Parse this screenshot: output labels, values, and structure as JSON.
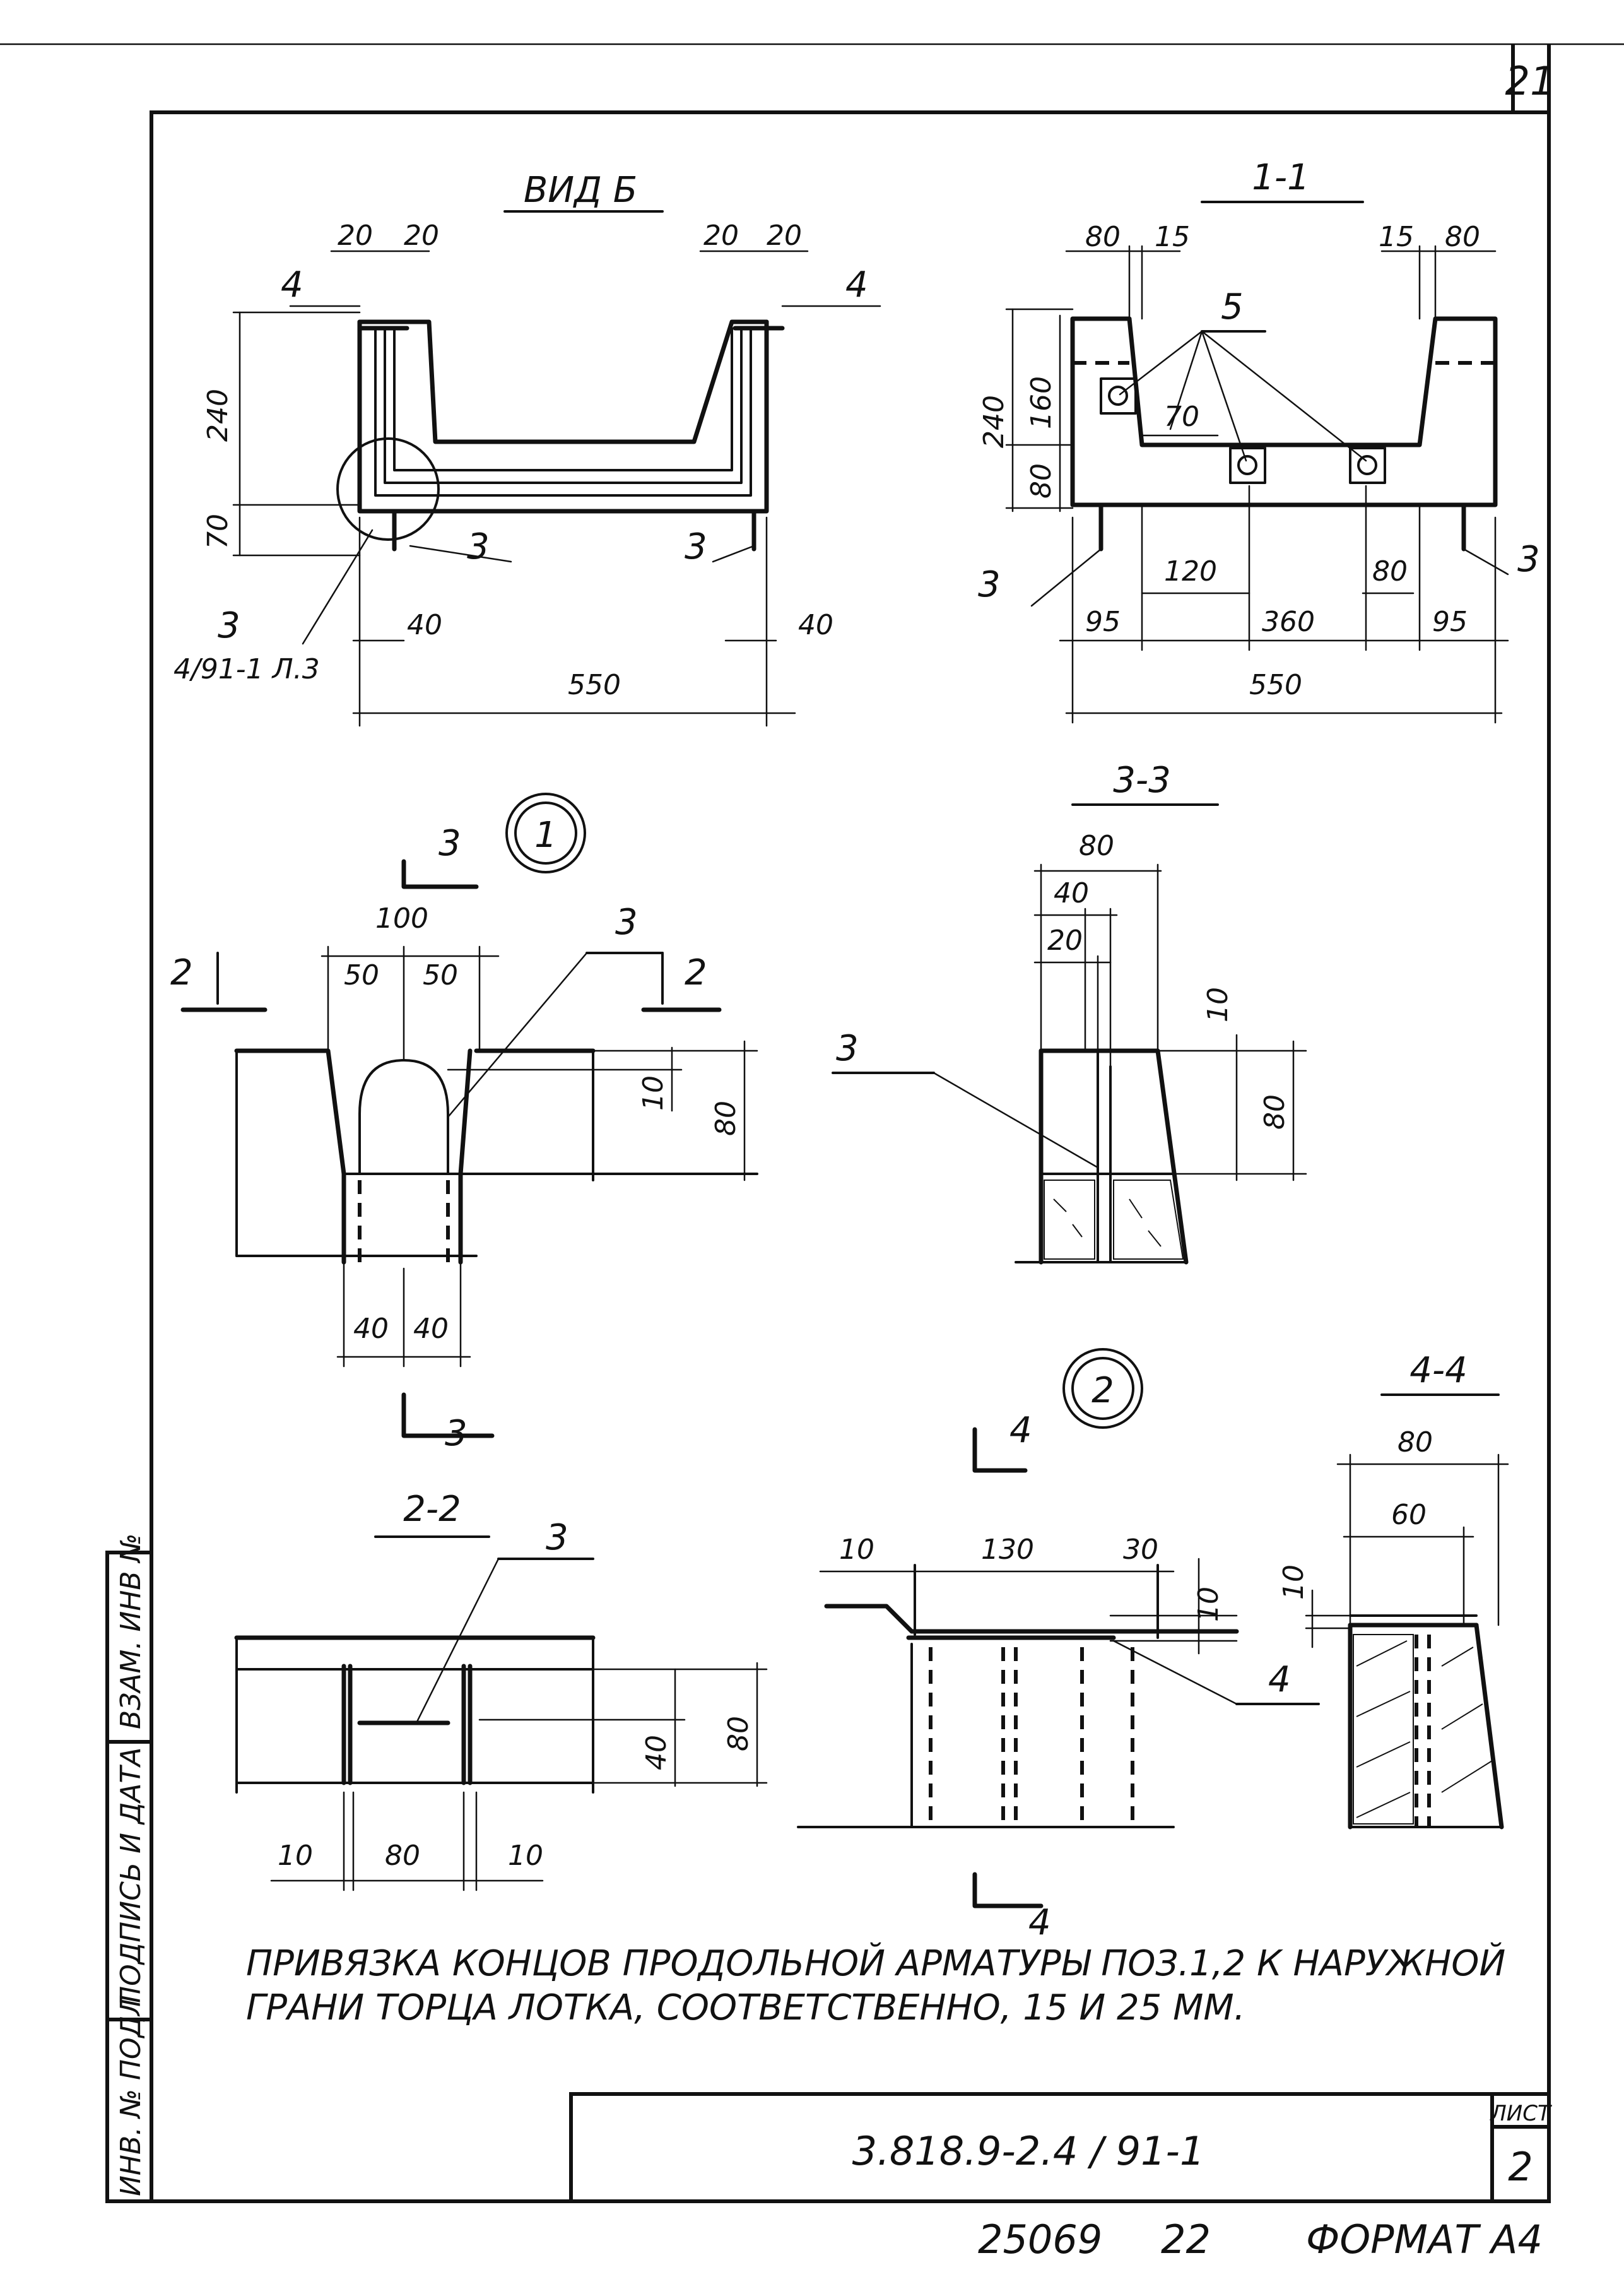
{
  "sheet": {
    "page_number": "21",
    "document_code": "3.818.9-2.4 / 91-1",
    "sheet_label": "ЛИСТ",
    "sheet_number": "2",
    "footer_number": "25069",
    "footer_copy": "22",
    "footer_format": "ФОРМАТ А4",
    "note": "ПРИВЯЗКА КОНЦОВ ПРОДОЛЬНОЙ АРМАТУРЫ ПОЗ.1,2 К НАРУЖНОЙ ГРАНИ ТОРЦА ЛОТКА, СООТВЕТСТВЕННО, 15 И 25 ММ.",
    "note_line1": "ПРИВЯЗКА КОНЦОВ ПРОДОЛЬНОЙ АРМАТУРЫ ПОЗ.1,2 К НАРУЖНОЙ",
    "note_line2": "ГРАНИ ТОРЦА ЛОТКА, СООТВЕТСТВЕННО, 15 И 25 ММ.",
    "side_stamp": [
      "ИНВ. № ПОДЛ",
      "ПОДПИСЬ И ДАТА",
      "ВЗАМ. ИНВ №"
    ]
  },
  "views": {
    "view_b": {
      "title": "ВИД Б",
      "dims": [
        "20",
        "20",
        "20",
        "20",
        "240",
        "70",
        "40",
        "40",
        "550"
      ],
      "callouts": [
        "4",
        "4",
        "3",
        "3",
        "3"
      ],
      "reference": "4/91-1 Л.3"
    },
    "section_1_1": {
      "title": "1-1",
      "dims": [
        "80",
        "15",
        "15",
        "80",
        "240",
        "160",
        "80",
        "70",
        "120",
        "80",
        "95",
        "360",
        "95",
        "550"
      ],
      "callouts": [
        "5",
        "3",
        "3"
      ]
    },
    "node_1": {
      "title": "1",
      "section_marks": [
        "3",
        "3",
        "2",
        "2"
      ],
      "dims": [
        "100",
        "50",
        "50",
        "10",
        "80",
        "40",
        "40"
      ],
      "callouts": [
        "3"
      ]
    },
    "section_3_3": {
      "title": "3-3",
      "dims": [
        "80",
        "40",
        "20",
        "10",
        "80"
      ],
      "callouts": [
        "3"
      ]
    },
    "section_2_2": {
      "title": "2-2",
      "dims": [
        "10",
        "80",
        "10",
        "40",
        "80"
      ],
      "callouts": [
        "3"
      ]
    },
    "node_2": {
      "title": "2",
      "section_marks": [
        "4",
        "4"
      ],
      "dims": [
        "10",
        "130",
        "30",
        "10"
      ],
      "callouts": [
        "4"
      ]
    },
    "section_4_4": {
      "title": "4-4",
      "dims": [
        "80",
        "60",
        "10"
      ]
    }
  }
}
